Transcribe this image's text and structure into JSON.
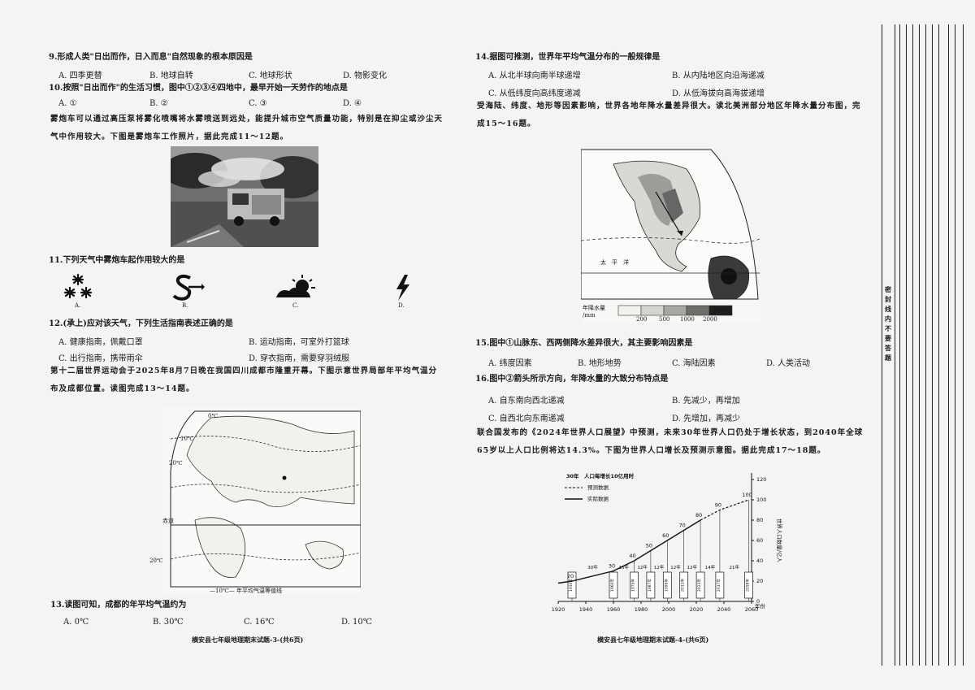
{
  "left_page": {
    "q9": {
      "text": "9.形成人类\"日出而作，日入而息\"自然现象的根本原因是",
      "options": [
        "A. 四季更替",
        "B. 地球自转",
        "C. 地球形状",
        "D. 物影变化"
      ]
    },
    "q10": {
      "text": "10.按照\"日出而作\"的生活习惯，图中①②③④四地中，最早开始一天劳作的地点是",
      "options": [
        "A. ①",
        "B. ②",
        "C. ③",
        "D. ④"
      ]
    },
    "intro_11_12": "雾炮车可以通过高压泵将雾化喷嘴将水雾喷送到远处，能提升城市空气质量功能，特别是在抑尘或沙尘天气中作用较大。下图是雾炮车工作照片，据此完成11～12题。",
    "q11": {
      "text": "11.下列天气中雾炮车起作用较大的是",
      "options": [
        "A.",
        "B.",
        "C.",
        "D."
      ]
    },
    "q12": {
      "text": "12.(承上)应对该天气，下列生活指南表述正确的是",
      "options": [
        "A. 健康指南，佩戴口罩",
        "B. 运动指南，可室外打篮球",
        "C. 出行指南，携带雨伞",
        "D. 穿衣指南，需要穿羽绒服"
      ]
    },
    "intro_13_14": "第十二届世界运动会于2025年8月7日晚在我国四川成都市隆重开幕。下图示意世界局部年平均气温分布及成都位置。读图完成13～14题。",
    "map_labels": {
      "t0": "0℃",
      "t10": "10℃",
      "t20a": "20℃",
      "t20b": "20℃",
      "equator": "赤道",
      "legend": "—10℃— 年平均气温等值线"
    },
    "q13": {
      "text": "13.读图可知，成都的年平均气温约为",
      "options": [
        "A. 0℃",
        "B. 30℃",
        "C. 16℃",
        "D. 10℃"
      ]
    },
    "footer": "横安县七年级地理期末试题-3-(共6页)"
  },
  "right_page": {
    "q14": {
      "text": "14.据图可推测，世界年平均气温分布的一般规律是",
      "options": [
        "A. 从北半球向南半球递增",
        "B. 从内陆地区向沿海递减",
        "C. 从低纬度向高纬度递减",
        "D. 从低海拔向高海拔递增"
      ]
    },
    "intro_15_16": "受海陆、纬度、地形等因素影响，世界各地年降水量差异很大。读北美洲部分地区年降水量分布图，完成15～16题。",
    "precip_map": {
      "ocean": "太　平　洋",
      "legend_title": "年降水量",
      "legend_unit": "/mm",
      "ticks": [
        "200",
        "500",
        "1000",
        "2000"
      ]
    },
    "q15": {
      "text": "15.图中①山脉东、西两侧降水差异很大，其主要影响因素是",
      "options": [
        "A. 纬度因素",
        "B. 地形地势",
        "C. 海陆因素",
        "D. 人类活动"
      ]
    },
    "q16": {
      "text": "16.图中②箭头所示方向，年降水量的大致分布特点是",
      "options": [
        "A. 自东南向西北递减",
        "B. 先减少，再增加",
        "C. 自西北向东南递减",
        "D. 先增加，再减少"
      ]
    },
    "intro_17_18": "联合国发布的《2024年世界人口展望》中预测，未来30年世界人口仍处于增长状态，到2040年全球65岁以上人口比例将达14.3%。下图为世界人口增长及预测示意图。据此完成17～18题。",
    "footer": "横安县七年级地理期末试题-4-(共6页)"
  },
  "binding": {
    "label": "密封线内不要答题"
  },
  "chart_data": {
    "type": "line",
    "title": "30年　人口每增长10亿用时",
    "legend": [
      "预测数据",
      "实际数据"
    ],
    "xlabel": "年份",
    "ylabel": "世界人口数量/亿人",
    "x_ticks": [
      "1920",
      "1940",
      "1960",
      "1980",
      "2000",
      "2020",
      "2040",
      "2060"
    ],
    "y_ticks": [
      "0",
      "20",
      "40",
      "60",
      "80",
      "100",
      "120"
    ],
    "ylim": [
      0,
      120
    ],
    "x": [
      1920,
      1930,
      1960,
      1975,
      1987,
      1999,
      2011,
      2023,
      2037,
      2058
    ],
    "values": [
      18,
      20,
      30,
      40,
      50,
      60,
      70,
      80,
      90,
      100
    ],
    "point_labels": [
      "",
      "20",
      "30",
      "40",
      "50",
      "60",
      "70",
      "80",
      "90",
      "100"
    ],
    "gap_labels": [
      "30年",
      "15年",
      "12年",
      "12年",
      "12年",
      "12年",
      "14年",
      "21年"
    ],
    "box_labels": [
      "1930年",
      "1960年",
      "1975年",
      "1987年",
      "1999年",
      "2011年",
      "2023年",
      "2037年",
      "2058年"
    ],
    "actual_until": 2023
  }
}
